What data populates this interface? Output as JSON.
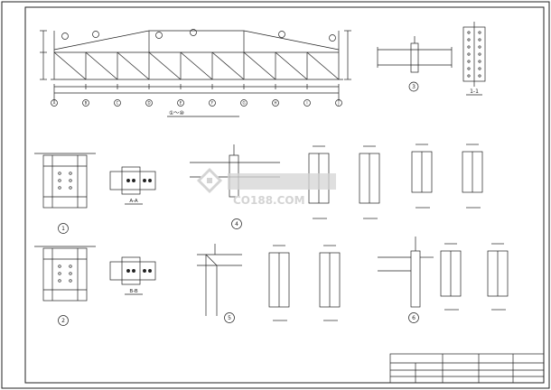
{
  "colors": {
    "ink": "#222222",
    "watermark": "#d4d4d4"
  },
  "elevation": {
    "grid_marks": [
      "A",
      "B",
      "C",
      "D",
      "E",
      "F",
      "G",
      "H",
      "I",
      "J"
    ],
    "title_prefix": "①～⑩"
  },
  "details": {
    "d1": "1",
    "d2": "2",
    "d3": "3",
    "d4": "4",
    "d5": "5",
    "d6": "6"
  },
  "sections": {
    "s11": "1-1",
    "sAA": "A-A",
    "sBB": "B-B"
  },
  "watermark": {
    "mark": "CO188.COM"
  }
}
